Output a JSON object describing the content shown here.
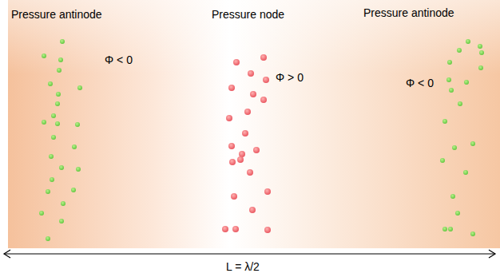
{
  "diagram": {
    "labels": [
      "Pressure antinode",
      "Φ < 0",
      "Pressure node",
      "Φ > 0",
      "Pressure antinode",
      "Φ < 0",
      "L = λ/2"
    ]
  }
}
